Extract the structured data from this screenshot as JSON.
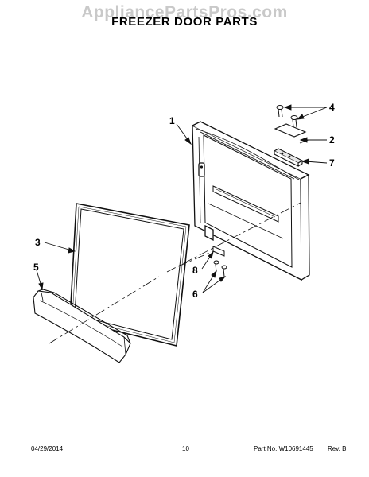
{
  "watermark": "AppliancePartsPros.com",
  "title": "FREEZER DOOR PARTS",
  "callouts": {
    "c1": "1",
    "c2": "2",
    "c3": "3",
    "c4": "4",
    "c5": "5",
    "c6": "6",
    "c7": "7",
    "c8": "8"
  },
  "footer": {
    "date": "04/29/2014",
    "page": "10",
    "part_number": "Part No. W10691445",
    "revision": "Rev. B"
  }
}
